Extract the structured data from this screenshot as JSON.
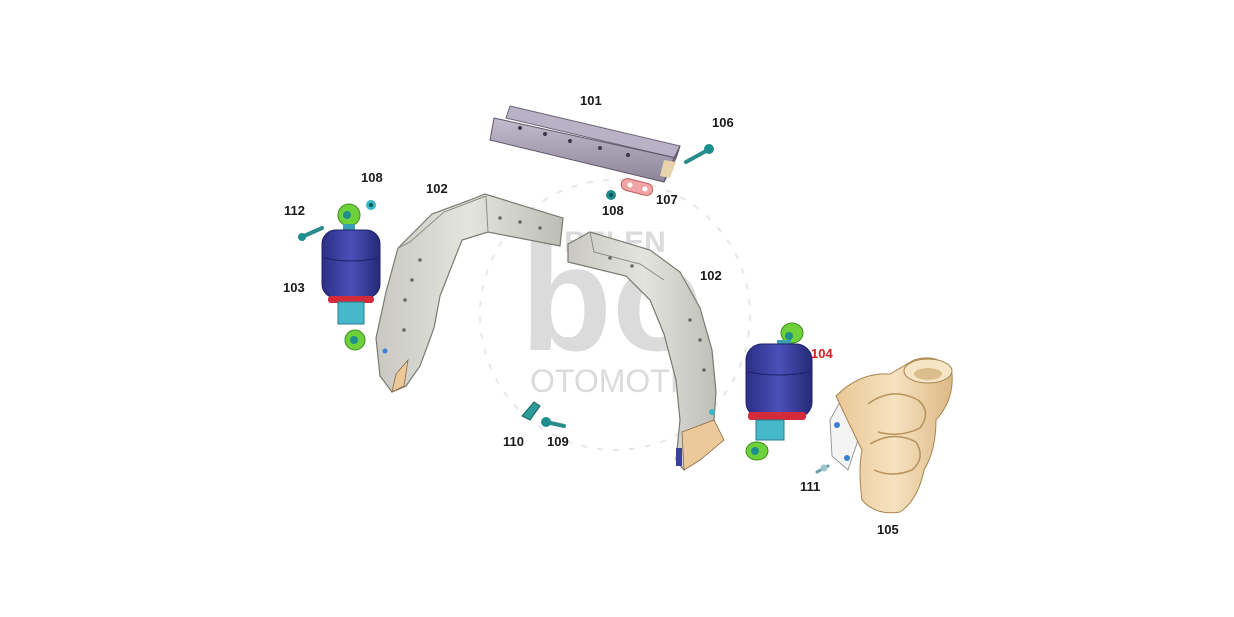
{
  "diagram": {
    "callouts": {
      "p101": "101",
      "p102a": "102",
      "p102b": "102",
      "p103": "103",
      "p104": "104",
      "p105": "105",
      "p106": "106",
      "p107": "107",
      "p108a": "108",
      "p108b": "108",
      "p109": "109",
      "p110": "110",
      "p111": "111",
      "p112": "112"
    },
    "highlighted": "104",
    "colors": {
      "highlight": "#d41e1e",
      "label": "#1a1a1a",
      "bracket": "#d6d6cf",
      "air_spring": "#3a3fa0",
      "eye": "#6fd13a",
      "bolt": "#1f8e8e",
      "beam": "#a8a1b5",
      "cover": "#f1d9b2"
    }
  },
  "watermark": {
    "brand": "BELEN",
    "name": "OTOMOTIV",
    "ring_text": "bo bo bo bo bo bo bo bo bo bo bo bo"
  }
}
